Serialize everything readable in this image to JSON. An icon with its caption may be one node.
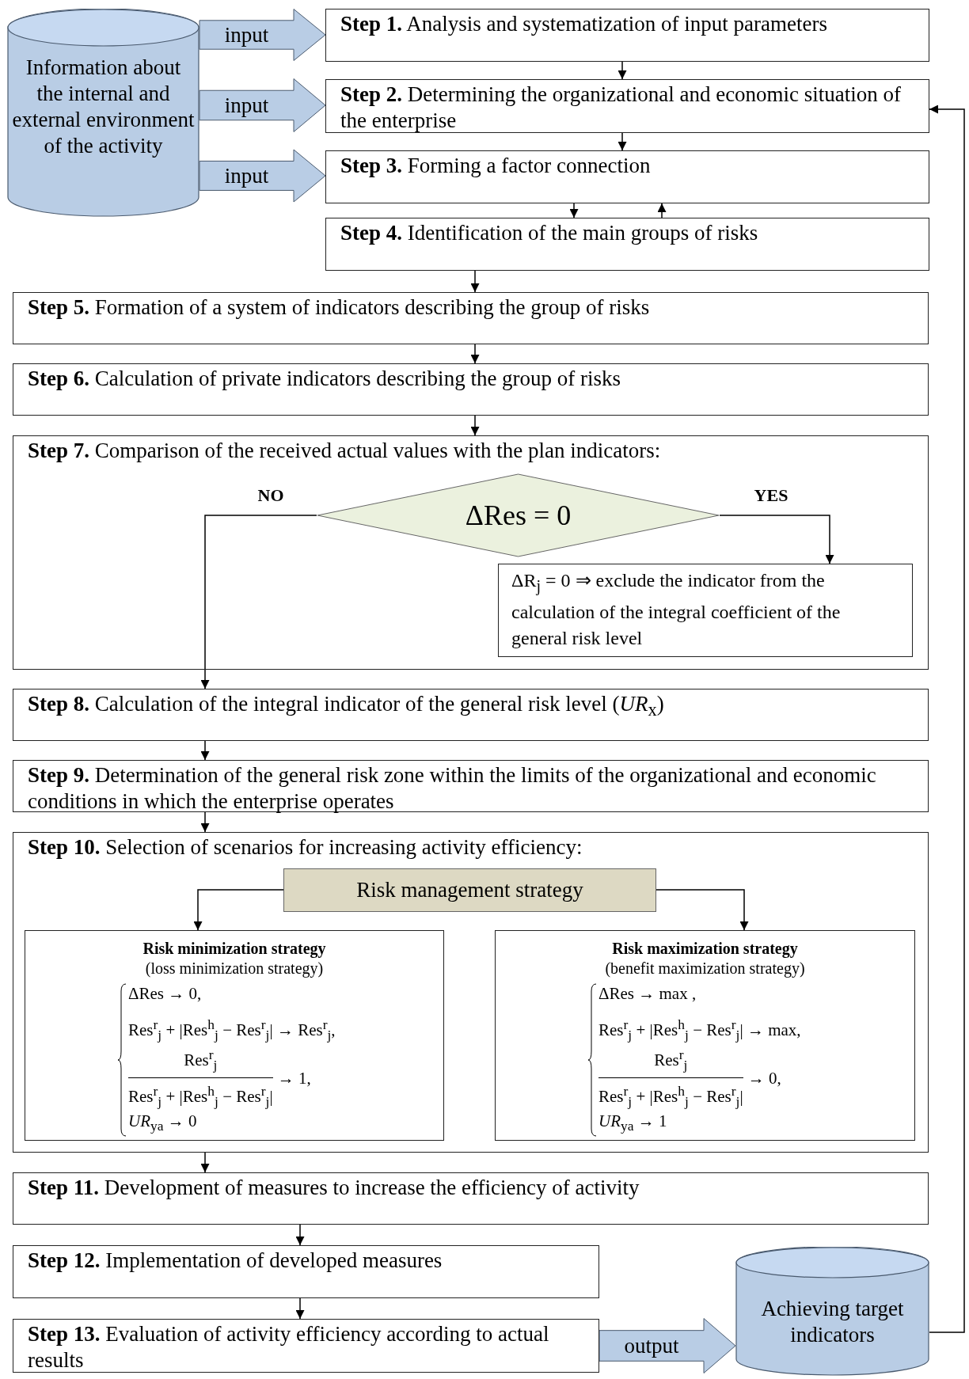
{
  "diagram": {
    "nodes": [
      {
        "text": [
          "Information about the internal and external environment of the activity"
        ]
      },
      {
        "text": [
          "**Step 1.** Analysis and systematization of input parameters"
        ]
      },
      {
        "text": [
          "**Step 2.** Determining the organizational and economic situation of the enterprise"
        ]
      },
      {
        "text": [
          "**Step 3.** Forming a factor connection"
        ]
      },
      {
        "text": [
          "**Step 4.** Identification of the main groups of risks"
        ]
      },
      {
        "text": [
          "**Step 5.** Formation of a system of indicators describing the group of risks"
        ]
      },
      {
        "text": [
          "**Step 6.** Calculation of private indicators describing the group of risks"
        ]
      },
      {
        "text": [
          "**Step 7.** Comparison of the received actual values with the plan indicators:"
        ]
      },
      {
        "text": [
          "ΔRes = 0"
        ],
        "in": 7
      },
      {
        "text": [
          "ΔR$_{j}$ = 0 ⇒ exclude the indicator from the calculation of the integral coefficient of the general risk level"
        ],
        "in": 7
      },
      {
        "text": [
          "**Step 8.** Calculation of the integral indicator of the general risk level (*UR*$_{x}$)"
        ]
      },
      {
        "text": [
          "**Step 9.** Determination of the general risk zone within the limits of the organizational and economic conditions in which the enterprise operates"
        ]
      },
      {
        "text": [
          "**Step 10.** Selection of scenarios for increasing activity efficiency:"
        ]
      },
      {
        "text": [
          "Risk management strategy"
        ],
        "in": 12
      },
      {
        "text": [
          "Risk minimization strategy",
          "(loss minimization strategy)",
          "ΔRes → 0,",
          "Res$^{r}$$_{j}$ + |Res$^{h}$$_{j}$ − Res$^{r}$$_{j}$| → Res$^{r}$$_{j}$,",
          "Res$^{r}$$_{j}$",
          "Res$^{r}$$_{j}$ + |Res$^{h}$$_{j}$ − Res$^{r}$$_{j}$|",
          "→ 1,",
          "*UR*$_{ya}$ → 0"
        ],
        "in": 12
      },
      {
        "text": [
          "Risk maximization strategy",
          "(benefit maximization strategy)",
          "ΔRes → max ,",
          "Res$^{r}$$_{j}$ + |Res$^{h}$$_{j}$ − Res$^{r}$$_{j}$| → max,",
          "Res$^{r}$$_{j}$",
          "Res$^{r}$$_{j}$ + |Res$^{h}$$_{j}$ − Res$^{r}$$_{j}$|",
          "→ 0,",
          "*UR*$_{ya}$ → 1"
        ],
        "in": 12
      },
      {
        "text": [
          "**Step 11.** Development of measures to increase the efficiency of activity"
        ]
      },
      {
        "text": [
          "**Step 12.** Implementation of developed measures"
        ]
      },
      {
        "text": [
          "**Step 13.** Evaluation of activity efficiency according to actual results"
        ]
      },
      {
        "text": [
          "Achieving target indicators"
        ]
      }
    ],
    "edges": [
      {
        "from": 1,
        "to": 2,
        "arrow": "to"
      },
      {
        "from": 2,
        "to": 3,
        "arrow": "to"
      },
      {
        "from": 3,
        "to": 4,
        "arrow": "to"
      },
      {
        "from": 4,
        "to": 3,
        "arrow": "to"
      },
      {
        "from": 4,
        "to": 5,
        "arrow": "to"
      },
      {
        "from": 5,
        "to": 6,
        "arrow": "to"
      },
      {
        "from": 6,
        "to": 7,
        "arrow": "to"
      },
      {
        "from": 8,
        "to": 10,
        "arrow": "to",
        "label": "NO"
      },
      {
        "from": 8,
        "to": 9,
        "arrow": "to",
        "label": "YES"
      },
      {
        "from": 10,
        "to": 11,
        "arrow": "to"
      },
      {
        "from": 11,
        "to": 12,
        "arrow": "to"
      },
      {
        "from": 13,
        "to": 14,
        "arrow": "to"
      },
      {
        "from": 13,
        "to": 15,
        "arrow": "to"
      },
      {
        "from": 12,
        "to": 16,
        "arrow": "to"
      },
      {
        "from": 16,
        "to": 17,
        "arrow": "to"
      },
      {
        "from": 17,
        "to": 18,
        "arrow": "to"
      },
      {
        "from": 19,
        "to": 2,
        "arrow": "to"
      },
      {
        "from": 0,
        "to": 1,
        "arrow": "to",
        "label": "input"
      },
      {
        "from": 0,
        "to": 2,
        "arrow": "to",
        "label": "input"
      },
      {
        "from": 0,
        "to": 3,
        "arrow": "to",
        "label": "input"
      },
      {
        "from": 18,
        "to": 19,
        "arrow": "to",
        "label": "output"
      }
    ]
  }
}
